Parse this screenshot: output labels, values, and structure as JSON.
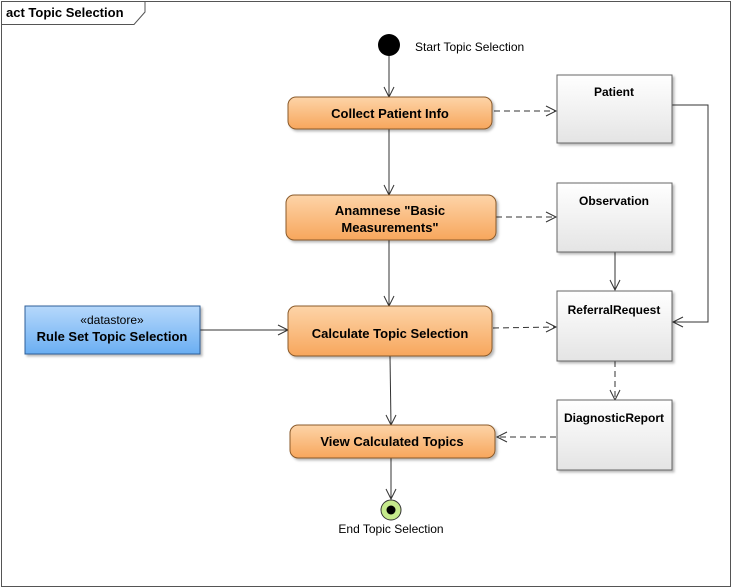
{
  "frame": {
    "title": "act Topic Selection"
  },
  "initial_node": {
    "label": "Start Topic Selection"
  },
  "final_node": {
    "label": "End Topic Selection"
  },
  "actions": {
    "collect": "Collect Patient Info",
    "anamnese_line1": "Anamnese \"Basic",
    "anamnese_line2": "Measurements\"",
    "calculate": "Calculate Topic Selection",
    "view": "View Calculated Topics"
  },
  "objects": {
    "patient": "Patient",
    "observation": "Observation",
    "referral": "ReferralRequest",
    "diagnostic": "DiagnosticReport"
  },
  "datastore": {
    "stereotype": "«datastore»",
    "label": "Rule Set Topic Selection"
  },
  "colors": {
    "action_fill_top": "#fdd4a8",
    "action_fill_bottom": "#f7a65c",
    "action_stroke": "#8a5a2b",
    "datastore_fill_top": "#b6d8fb",
    "datastore_fill_bottom": "#6aaef2",
    "datastore_stroke": "#2f5f99",
    "object_fill_top": "#ffffff",
    "object_fill_bottom": "#e6e6e6",
    "final_fill": "#c6ea8c"
  }
}
